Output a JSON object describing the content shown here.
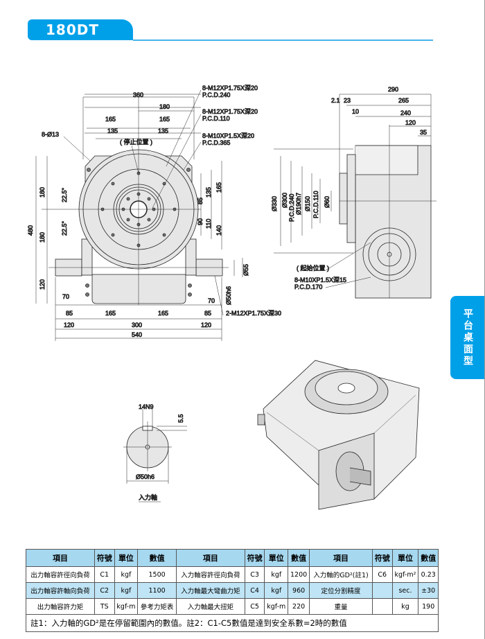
{
  "header": {
    "model": "180DT"
  },
  "side_tab": {
    "label": "平台桌面型"
  },
  "front_view": {
    "callouts": [
      "8-M12XP1.75X深20",
      "P.C.D.240",
      "8-M12XP1.75X深20",
      "P.C.D.110",
      "8-M10XP1.5X深20",
      "P.C.D.365",
      "8-Ø13",
      "( 停止位置 )",
      "2-M12XP1.75X深30"
    ],
    "dims_top": [
      "360",
      "180",
      "165",
      "165",
      "135",
      "135"
    ],
    "dims_left": [
      "480",
      "180",
      "180",
      "120",
      "22.5°",
      "22.5°"
    ],
    "dims_right": [
      "165",
      "135",
      "85",
      "110",
      "140",
      "90",
      "Ø55",
      "Ø50h6"
    ],
    "dims_bottom": [
      "70",
      "70",
      "85",
      "165",
      "165",
      "85",
      "120",
      "300",
      "120",
      "540"
    ]
  },
  "side_view": {
    "dims_top": [
      "290",
      "2.1",
      "23",
      "265",
      "10",
      "240",
      "120",
      "35"
    ],
    "dims_left": [
      "Ø330",
      "Ø300",
      "P.C.D.240",
      "Ø190h7",
      "Ø150",
      "P.C.D.110",
      "Ø60"
    ],
    "callouts": [
      "( 起始位置 )",
      "8-M10XP1.5X深15",
      "P.C.D.170"
    ]
  },
  "input_shaft": {
    "keyway": "14N9",
    "depth": "5.5",
    "diameter": "Ø50h6",
    "caption": "入力軸"
  },
  "spec_table": {
    "headers": [
      "項目",
      "符號",
      "單位",
      "數值",
      "項目",
      "符號",
      "單位",
      "數值",
      "項目",
      "符號",
      "單位",
      "數值"
    ],
    "rows": [
      [
        "出力軸容許徑向負荷",
        "C1",
        "kgf",
        "1500",
        "入力軸容許徑向負荷",
        "C3",
        "kgf",
        "1200",
        "入力軸的GD²(註1)",
        "C6",
        "kgf-m²",
        "0.23"
      ],
      [
        "出力軸容許軸向負荷",
        "C2",
        "kgf",
        "1100",
        "入力軸最大彎曲力矩",
        "C4",
        "kgf",
        "960",
        "定位分割精度",
        "",
        "sec.",
        "±30"
      ],
      [
        "出力軸容許力矩",
        "TS",
        "kgf-m",
        "參考力矩表",
        "入力軸最大扭矩",
        "C5",
        "kgf-m",
        "220",
        "重量",
        "",
        "kg",
        "190"
      ]
    ],
    "note": "註1：入力軸的GD²是在停留範圍內的數值。註2：C1-C5數值是達到安全系數=2時的數值"
  },
  "colors": {
    "accent": "#00a0e9",
    "table_header": "#a6d8f0",
    "table_alt": "#bfe4f5",
    "body_gray": "#e6e6e6"
  }
}
